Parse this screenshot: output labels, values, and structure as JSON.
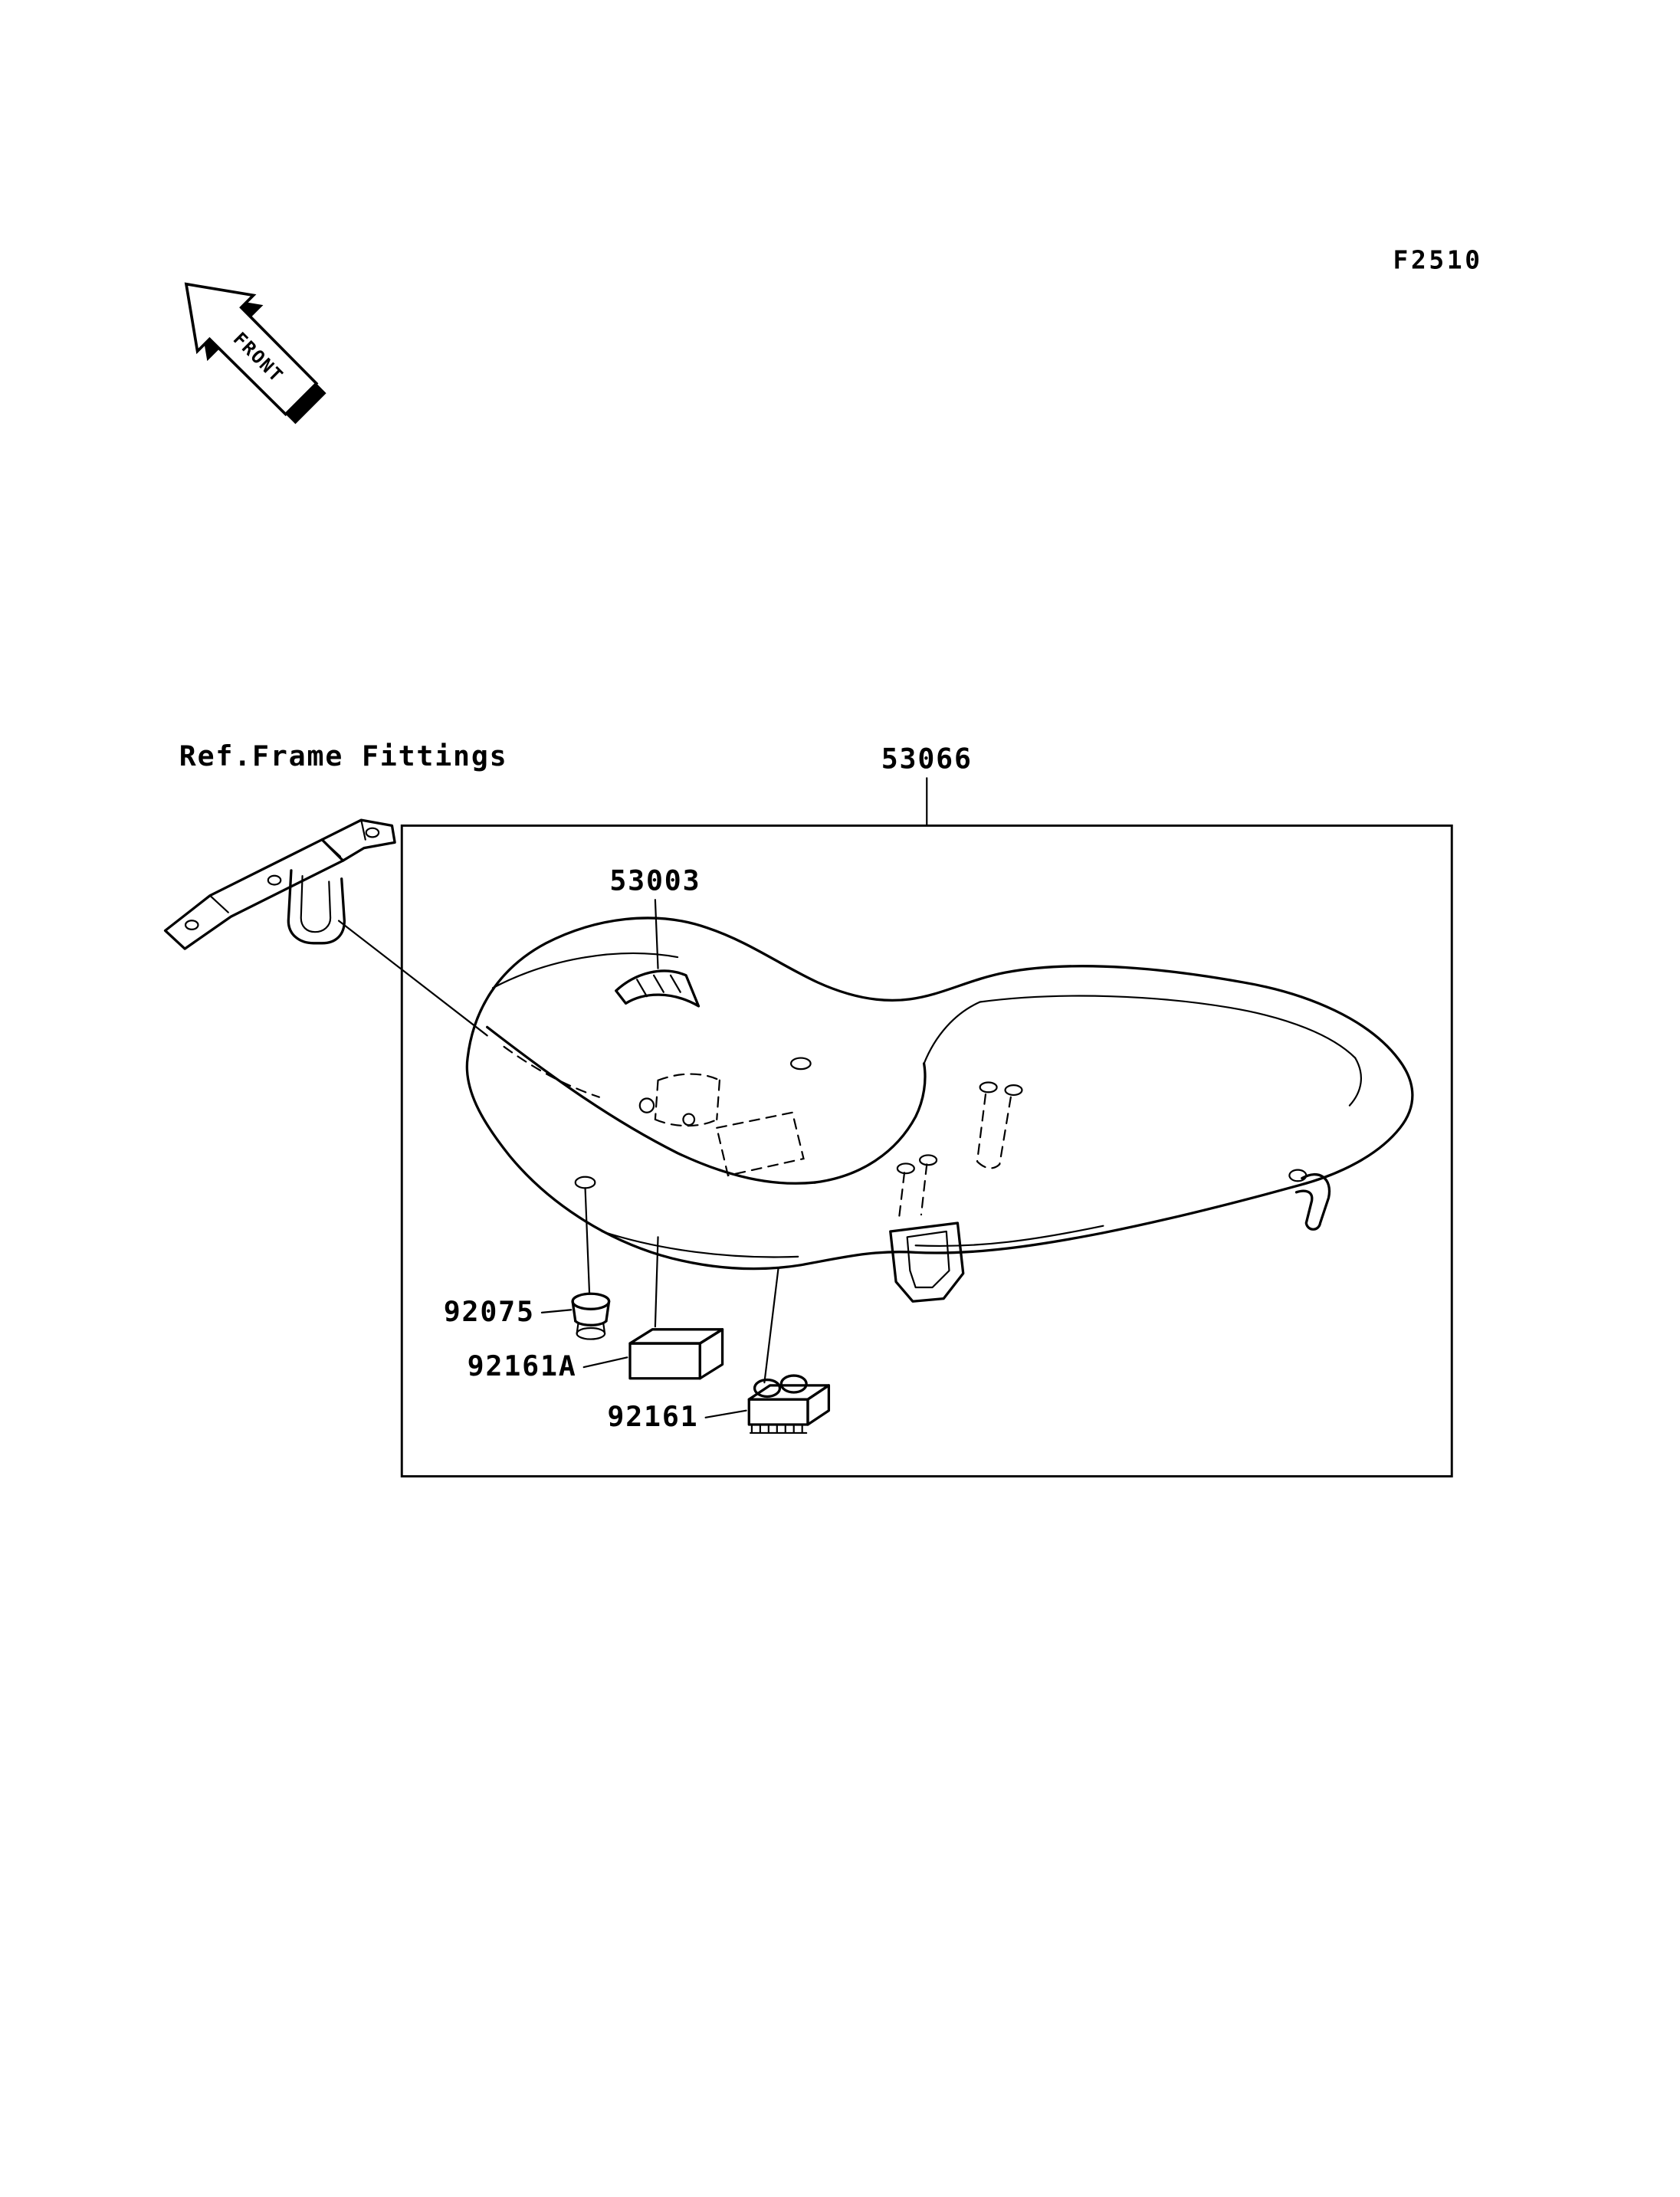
{
  "doc": {
    "figure_code": "F2510",
    "front_label": "FRONT",
    "reference_label": "Ref.Frame Fittings"
  },
  "part_labels": {
    "seat_box": "53066",
    "seat_band": "53003",
    "damper_92075": "92075",
    "damper_92161a": "92161A",
    "damper_92161": "92161"
  }
}
